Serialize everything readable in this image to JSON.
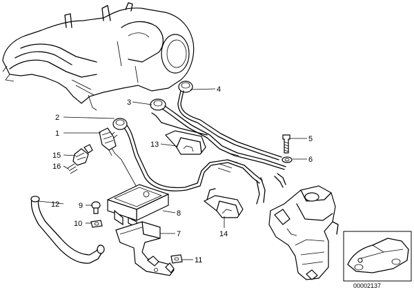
{
  "callouts": [
    {
      "id": "c1",
      "label": "1"
    },
    {
      "id": "c2",
      "label": "2"
    },
    {
      "id": "c3",
      "label": "3"
    },
    {
      "id": "c4",
      "label": "4"
    },
    {
      "id": "c5",
      "label": "5"
    },
    {
      "id": "c6",
      "label": "6"
    },
    {
      "id": "c7",
      "label": "7"
    },
    {
      "id": "c8",
      "label": "8"
    },
    {
      "id": "c9",
      "label": "9"
    },
    {
      "id": "c10",
      "label": "10"
    },
    {
      "id": "c11",
      "label": "11"
    },
    {
      "id": "c12",
      "label": "12"
    },
    {
      "id": "c13",
      "label": "13"
    },
    {
      "id": "c14",
      "label": "14"
    },
    {
      "id": "c15",
      "label": "15"
    },
    {
      "id": "c16",
      "label": "16"
    }
  ],
  "reference_number": "00002137"
}
